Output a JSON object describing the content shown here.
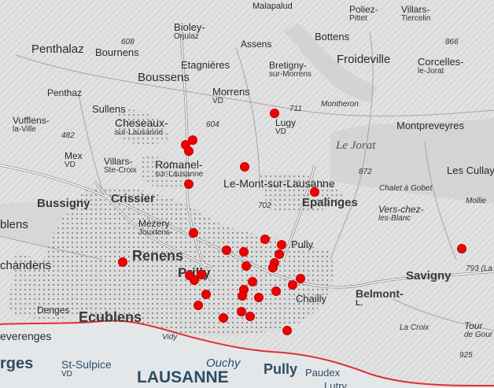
{
  "map": {
    "places": [
      {
        "name": "Malapalud",
        "sub": ""
      },
      {
        "name": "Poliez-",
        "sub": "Pittet"
      },
      {
        "name": "Villars-",
        "sub": "Tiercelin"
      },
      {
        "name": "Bioley-",
        "sub": "Orjulaz"
      },
      {
        "name": "Assens",
        "sub": ""
      },
      {
        "name": "Bottens",
        "sub": ""
      },
      {
        "name": "Penthalaz",
        "sub": ""
      },
      {
        "name": "Bournens",
        "sub": ""
      },
      {
        "name": "Etagnières",
        "sub": ""
      },
      {
        "name": "Bretigny-",
        "sub": "sur-Morrens"
      },
      {
        "name": "Froideville",
        "sub": ""
      },
      {
        "name": "Corcelles-",
        "sub": "le-Jorat"
      },
      {
        "name": "Boussens",
        "sub": ""
      },
      {
        "name": "Penthaz",
        "sub": ""
      },
      {
        "name": "Morrens",
        "sub": "VD"
      },
      {
        "name": "Sullens",
        "sub": ""
      },
      {
        "name": "Vufflens-",
        "sub": "la-Ville"
      },
      {
        "name": "Cheseaux-",
        "sub": "sur-Lausanne"
      },
      {
        "name": "Lugy",
        "sub": "VD"
      },
      {
        "name": "Montpreveyres",
        "sub": ""
      },
      {
        "name": "Mex",
        "sub": "VD"
      },
      {
        "name": "Villars-",
        "sub": "Ste-Croix"
      },
      {
        "name": "Romanel-",
        "sub": "sur-Lausanne"
      },
      {
        "name": "Le-Mont-sur-Lausanne",
        "sub": ""
      },
      {
        "name": "Les Cullay",
        "sub": ""
      },
      {
        "name": "Chalet à Gobet",
        "sub": ""
      },
      {
        "name": "Epalinges",
        "sub": ""
      },
      {
        "name": "Bussigny",
        "sub": ""
      },
      {
        "name": "Crissier",
        "sub": ""
      },
      {
        "name": "Vers-chez-",
        "sub": "les-Blanc"
      },
      {
        "name": "Mollie",
        "sub": ""
      },
      {
        "name": "blens",
        "sub": ""
      },
      {
        "name": "Mézery",
        "sub": "Jouxtens-"
      },
      {
        "name": "chandens",
        "sub": ""
      },
      {
        "name": "Renens",
        "sub": ""
      },
      {
        "name": "Prilly",
        "sub": ""
      },
      {
        "name": "Pully",
        "sub": ""
      },
      {
        "name": "Chailly",
        "sub": ""
      },
      {
        "name": "Savigny",
        "sub": ""
      },
      {
        "name": "Belmont-",
        "sub": "L."
      },
      {
        "name": "Denges",
        "sub": ""
      },
      {
        "name": "Ecublens",
        "sub": ""
      },
      {
        "name": "La Croix",
        "sub": ""
      },
      {
        "name": "Tour",
        "sub": "de Gour"
      },
      {
        "name": "everenges",
        "sub": ""
      },
      {
        "name": "rges",
        "sub": ""
      },
      {
        "name": "St-Sulpice",
        "sub": "VD"
      },
      {
        "name": "Ouchy",
        "sub": ""
      },
      {
        "name": "LAUSANNE",
        "sub": ""
      },
      {
        "name": "Pully",
        "sub": ""
      },
      {
        "name": "Paudex",
        "sub": ""
      },
      {
        "name": "Lutry",
        "sub": ""
      },
      {
        "name": "Vidy",
        "sub": ""
      },
      {
        "name": "Le Jorat",
        "sub": ""
      },
      {
        "name": "Montheron",
        "sub": ""
      }
    ],
    "elevations": [
      "608",
      "866",
      "711",
      "604",
      "482",
      "872",
      "702",
      "793 (La",
      "925"
    ],
    "marker_color": "#f00000",
    "marker_count": 39,
    "lake_shore_color": "#e03030"
  }
}
